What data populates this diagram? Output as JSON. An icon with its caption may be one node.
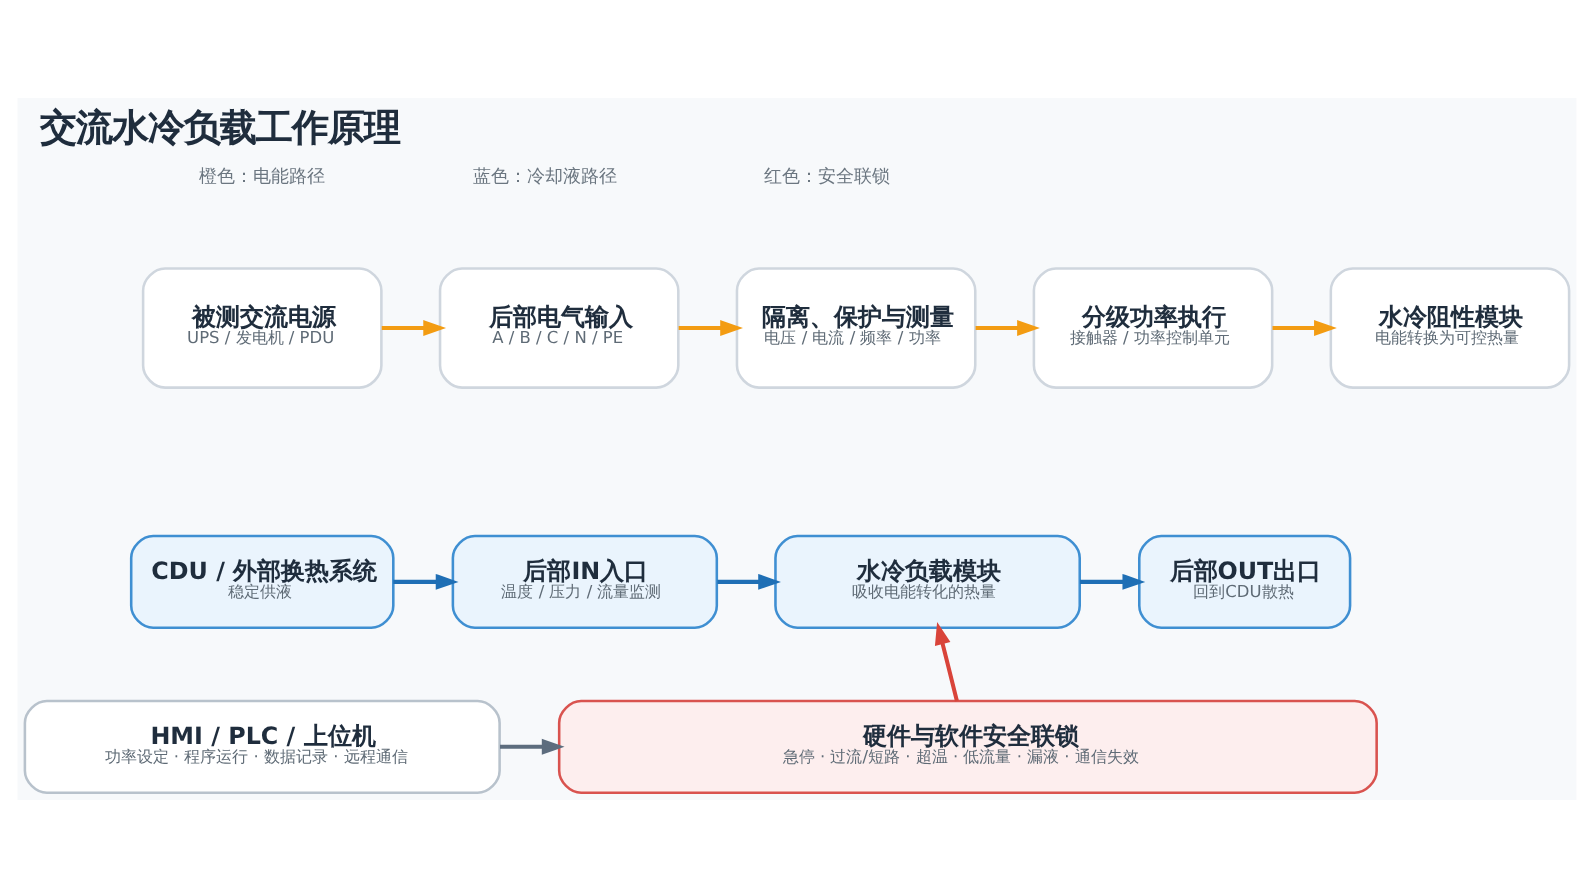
{
  "diagram": {
    "title": "交流水冷负载工作原理",
    "nodes": [
      {
        "text": [
          "被测交流电源",
          "UPS / 发电机 / PDU"
        ]
      },
      {
        "text": [
          "后部电气输入",
          "A / B / C / N / PE"
        ]
      },
      {
        "text": [
          "隔离、保护与测量",
          "电压 / 电流 / 频率 / 功率"
        ]
      },
      {
        "text": [
          "分级功率执行",
          "接触器 / 功率控制单元"
        ]
      },
      {
        "text": [
          "水冷阻性模块",
          "电能转换为可控热量"
        ]
      },
      {
        "text": [
          "CDU / 外部换热系统",
          "稳定供液"
        ]
      },
      {
        "text": [
          "后部IN入口",
          "温度 / 压力 / 流量监测"
        ]
      },
      {
        "text": [
          "水冷负载模块",
          "吸收电能转化的热量"
        ]
      },
      {
        "text": [
          "后部OUT出口",
          "回到CDU散热"
        ]
      },
      {
        "text": [
          "HMI / PLC / 上位机",
          "功率设定 · 程序运行 · 数据记录 · 远程通信"
        ]
      },
      {
        "text": [
          "硬件与软件安全联锁",
          "急停 · 过流/短路 · 超温 · 低流量 · 漏液 · 通信失效"
        ]
      }
    ],
    "edges": [
      {
        "from": 0,
        "to": 1,
        "arrow": "to",
        "color": "#f39c12"
      },
      {
        "from": 1,
        "to": 2,
        "arrow": "to",
        "color": "#f39c12"
      },
      {
        "from": 2,
        "to": 3,
        "arrow": "to",
        "color": "#f39c12"
      },
      {
        "from": 3,
        "to": 4,
        "arrow": "to",
        "color": "#f39c12"
      },
      {
        "from": 5,
        "to": 6,
        "arrow": "to",
        "color": "#1f6fb5"
      },
      {
        "from": 6,
        "to": 7,
        "arrow": "to",
        "color": "#1f6fb5"
      },
      {
        "from": 7,
        "to": 8,
        "arrow": "to",
        "color": "#1f6fb5"
      },
      {
        "from": 9,
        "to": 10,
        "arrow": "to",
        "color": "#5d6d7e"
      },
      {
        "from": 10,
        "to": 7,
        "arrow": "to",
        "color": "#d9443a"
      }
    ],
    "labels": [
      "橙色：电能路径",
      "蓝色：冷却液路径",
      "红色：安全联锁"
    ]
  }
}
